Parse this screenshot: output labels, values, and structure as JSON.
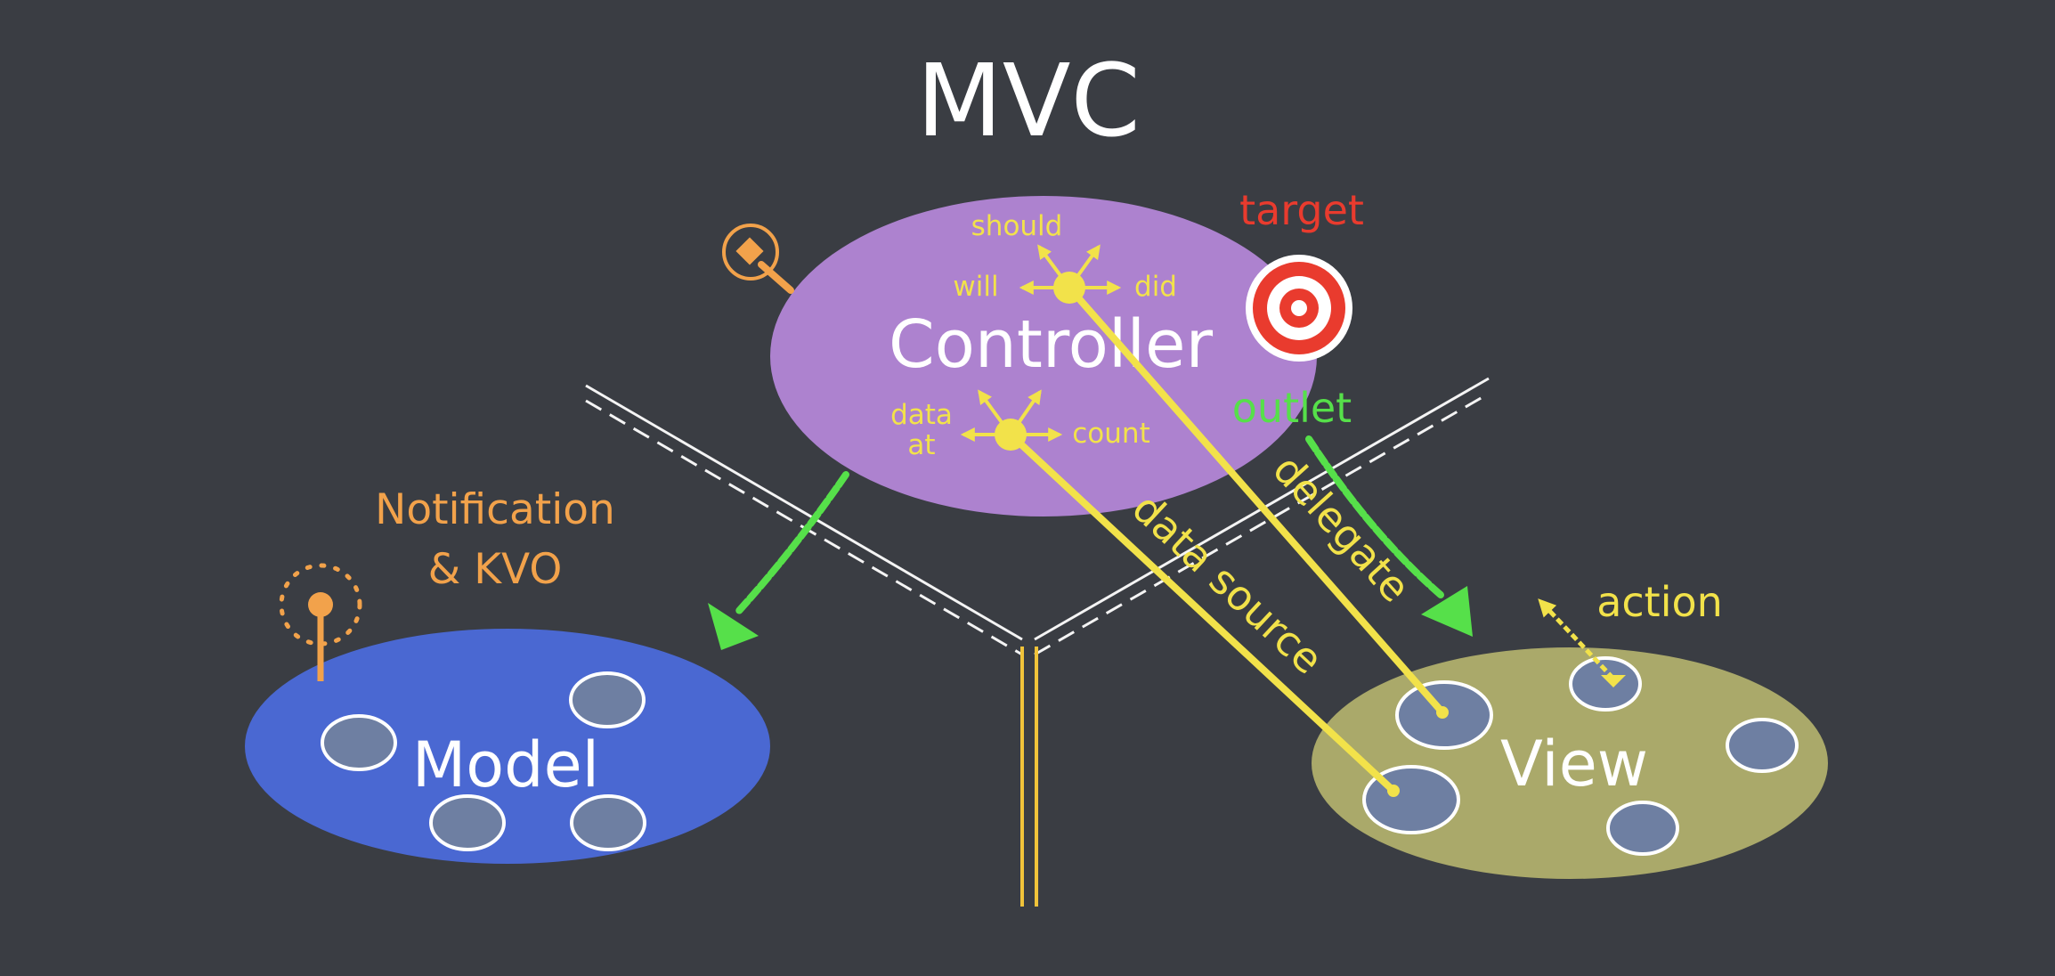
{
  "title": "MVC",
  "controller": {
    "label": "Controller",
    "should": "should",
    "will": "will",
    "did": "did",
    "data_at_line1": "data",
    "data_at_line2": "at",
    "count": "count"
  },
  "model": {
    "label": "Model"
  },
  "view": {
    "label": "View"
  },
  "labels": {
    "target": "target",
    "outlet": "outlet",
    "delegate": "delegate",
    "data_source": "data source",
    "action": "action",
    "notification_line1": "Notification",
    "notification_line2": "& KVO"
  },
  "icons": [
    "radio-tower-icon",
    "target-icon",
    "mouse-cursor-icon"
  ],
  "colors": {
    "background": "#3a3d43",
    "controller": "#ad82cf",
    "model": "#4a68d2",
    "view": "#aaa96a",
    "subview": "#6e7fa2",
    "yellow": "#f2e24a",
    "green": "#56e04a",
    "orange": "#f2a24b",
    "red": "#e93b2e"
  }
}
